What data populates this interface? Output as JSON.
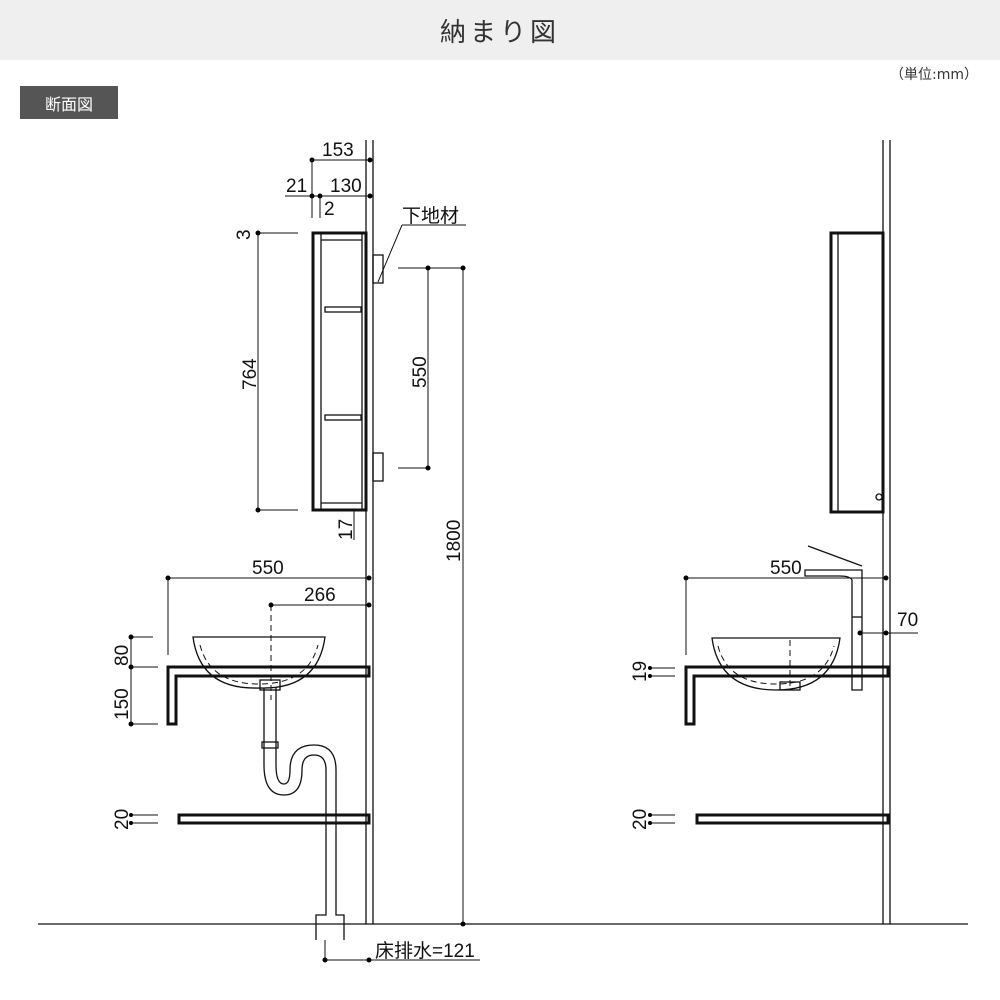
{
  "header": {
    "title": "納まり図"
  },
  "unit_label": "（単位:mm）",
  "section_label": "断面図",
  "left_view": {
    "dims": {
      "cabinet_depth_total": "153",
      "cabinet_body_depth": "130",
      "door_thickness": "21",
      "gap": "2",
      "top_offset": "3",
      "cabinet_height": "764",
      "mount_spacing": "550",
      "mount_height": "1800",
      "bottom_offset": "17",
      "counter_depth": "550",
      "bowl_center": "266",
      "bowl_height": "80",
      "bracket_height": "150",
      "shelf_thickness": "20",
      "floor_drain": "床排水=121"
    },
    "label_substrate": "下地材"
  },
  "right_view": {
    "dims": {
      "counter_depth": "550",
      "faucet_offset": "70",
      "counter_thickness": "19",
      "shelf_thickness": "20"
    }
  }
}
